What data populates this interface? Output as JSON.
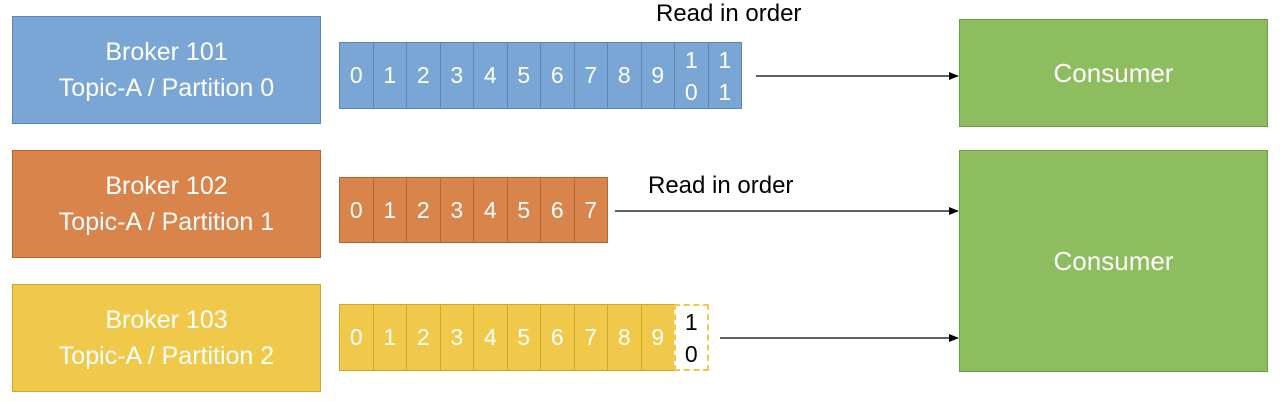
{
  "brokers": [
    {
      "name": "Broker 101",
      "partition": "Topic-A / Partition 0",
      "color": "#7aa6d6"
    },
    {
      "name": "Broker 102",
      "partition": "Topic-A / Partition 1",
      "color": "#d8844b"
    },
    {
      "name": "Broker 103",
      "partition": "Topic-A / Partition 2",
      "color": "#f0c94a"
    }
  ],
  "partition0": {
    "offsets": [
      "0",
      "1",
      "2",
      "3",
      "4",
      "5",
      "6",
      "7",
      "8",
      "9"
    ],
    "offset_10": [
      "1",
      "0"
    ],
    "offset_11": [
      "1",
      "1"
    ]
  },
  "partition1": {
    "offsets": [
      "0",
      "1",
      "2",
      "3",
      "4",
      "5",
      "6",
      "7"
    ]
  },
  "partition2": {
    "offsets": [
      "0",
      "1",
      "2",
      "3",
      "4",
      "5",
      "6",
      "7",
      "8",
      "9"
    ],
    "pending_offset": [
      "1",
      "0"
    ]
  },
  "labels": {
    "read_in_order_1": "Read in order",
    "read_in_order_2": "Read in order"
  },
  "consumers": [
    {
      "name": "Consumer",
      "color": "#8dbd5f"
    },
    {
      "name": "Consumer",
      "color": "#8dbd5f"
    }
  ]
}
